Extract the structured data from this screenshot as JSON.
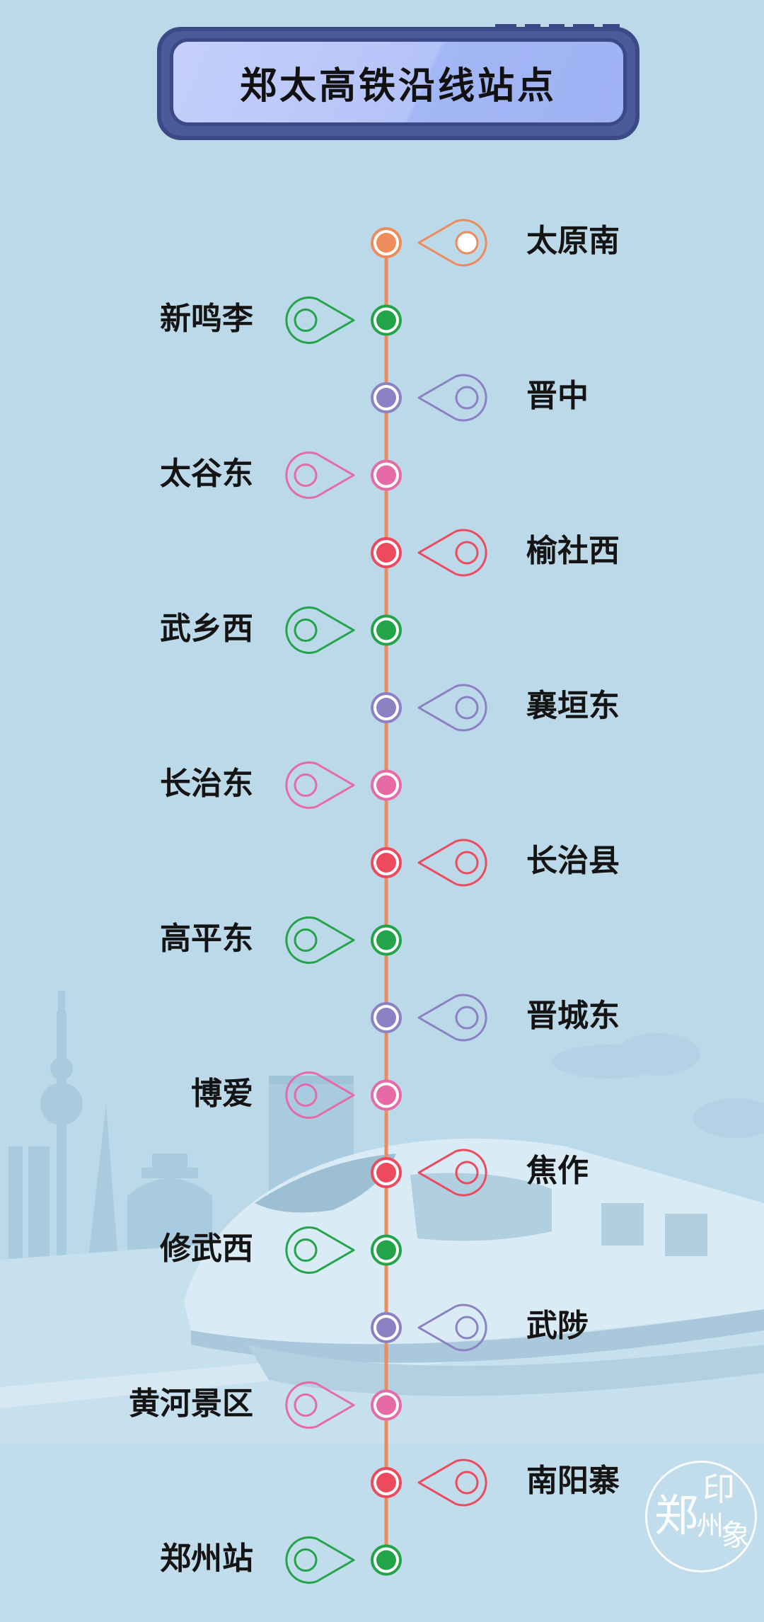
{
  "title": "郑太高铁沿线站点",
  "colors": {
    "line": "#ee8b5b",
    "orange": "#ee8b5b",
    "green": "#23a44a",
    "purple": "#8b81c3",
    "pink": "#e56aa6",
    "red": "#ee4a5e"
  },
  "stations": [
    {
      "name": "太原南",
      "side": "right",
      "color": "orange"
    },
    {
      "name": "新鸣李",
      "side": "left",
      "color": "green"
    },
    {
      "name": "晋中",
      "side": "right",
      "color": "purple"
    },
    {
      "name": "太谷东",
      "side": "left",
      "color": "pink"
    },
    {
      "name": "榆社西",
      "side": "right",
      "color": "red"
    },
    {
      "name": "武乡西",
      "side": "left",
      "color": "green"
    },
    {
      "name": "襄垣东",
      "side": "right",
      "color": "purple"
    },
    {
      "name": "长治东",
      "side": "left",
      "color": "pink"
    },
    {
      "name": "长治县",
      "side": "right",
      "color": "red"
    },
    {
      "name": "高平东",
      "side": "left",
      "color": "green"
    },
    {
      "name": "晋城东",
      "side": "right",
      "color": "purple"
    },
    {
      "name": "博爱",
      "side": "left",
      "color": "pink"
    },
    {
      "name": "焦作",
      "side": "right",
      "color": "red"
    },
    {
      "name": "修武西",
      "side": "left",
      "color": "green"
    },
    {
      "name": "武陟",
      "side": "right",
      "color": "purple"
    },
    {
      "name": "黄河景区",
      "side": "left",
      "color": "pink"
    },
    {
      "name": "南阳寨",
      "side": "right",
      "color": "red"
    },
    {
      "name": "郑州站",
      "side": "left",
      "color": "green"
    }
  ],
  "seal": {
    "chars": [
      "郑",
      "印",
      "州",
      "象"
    ]
  }
}
